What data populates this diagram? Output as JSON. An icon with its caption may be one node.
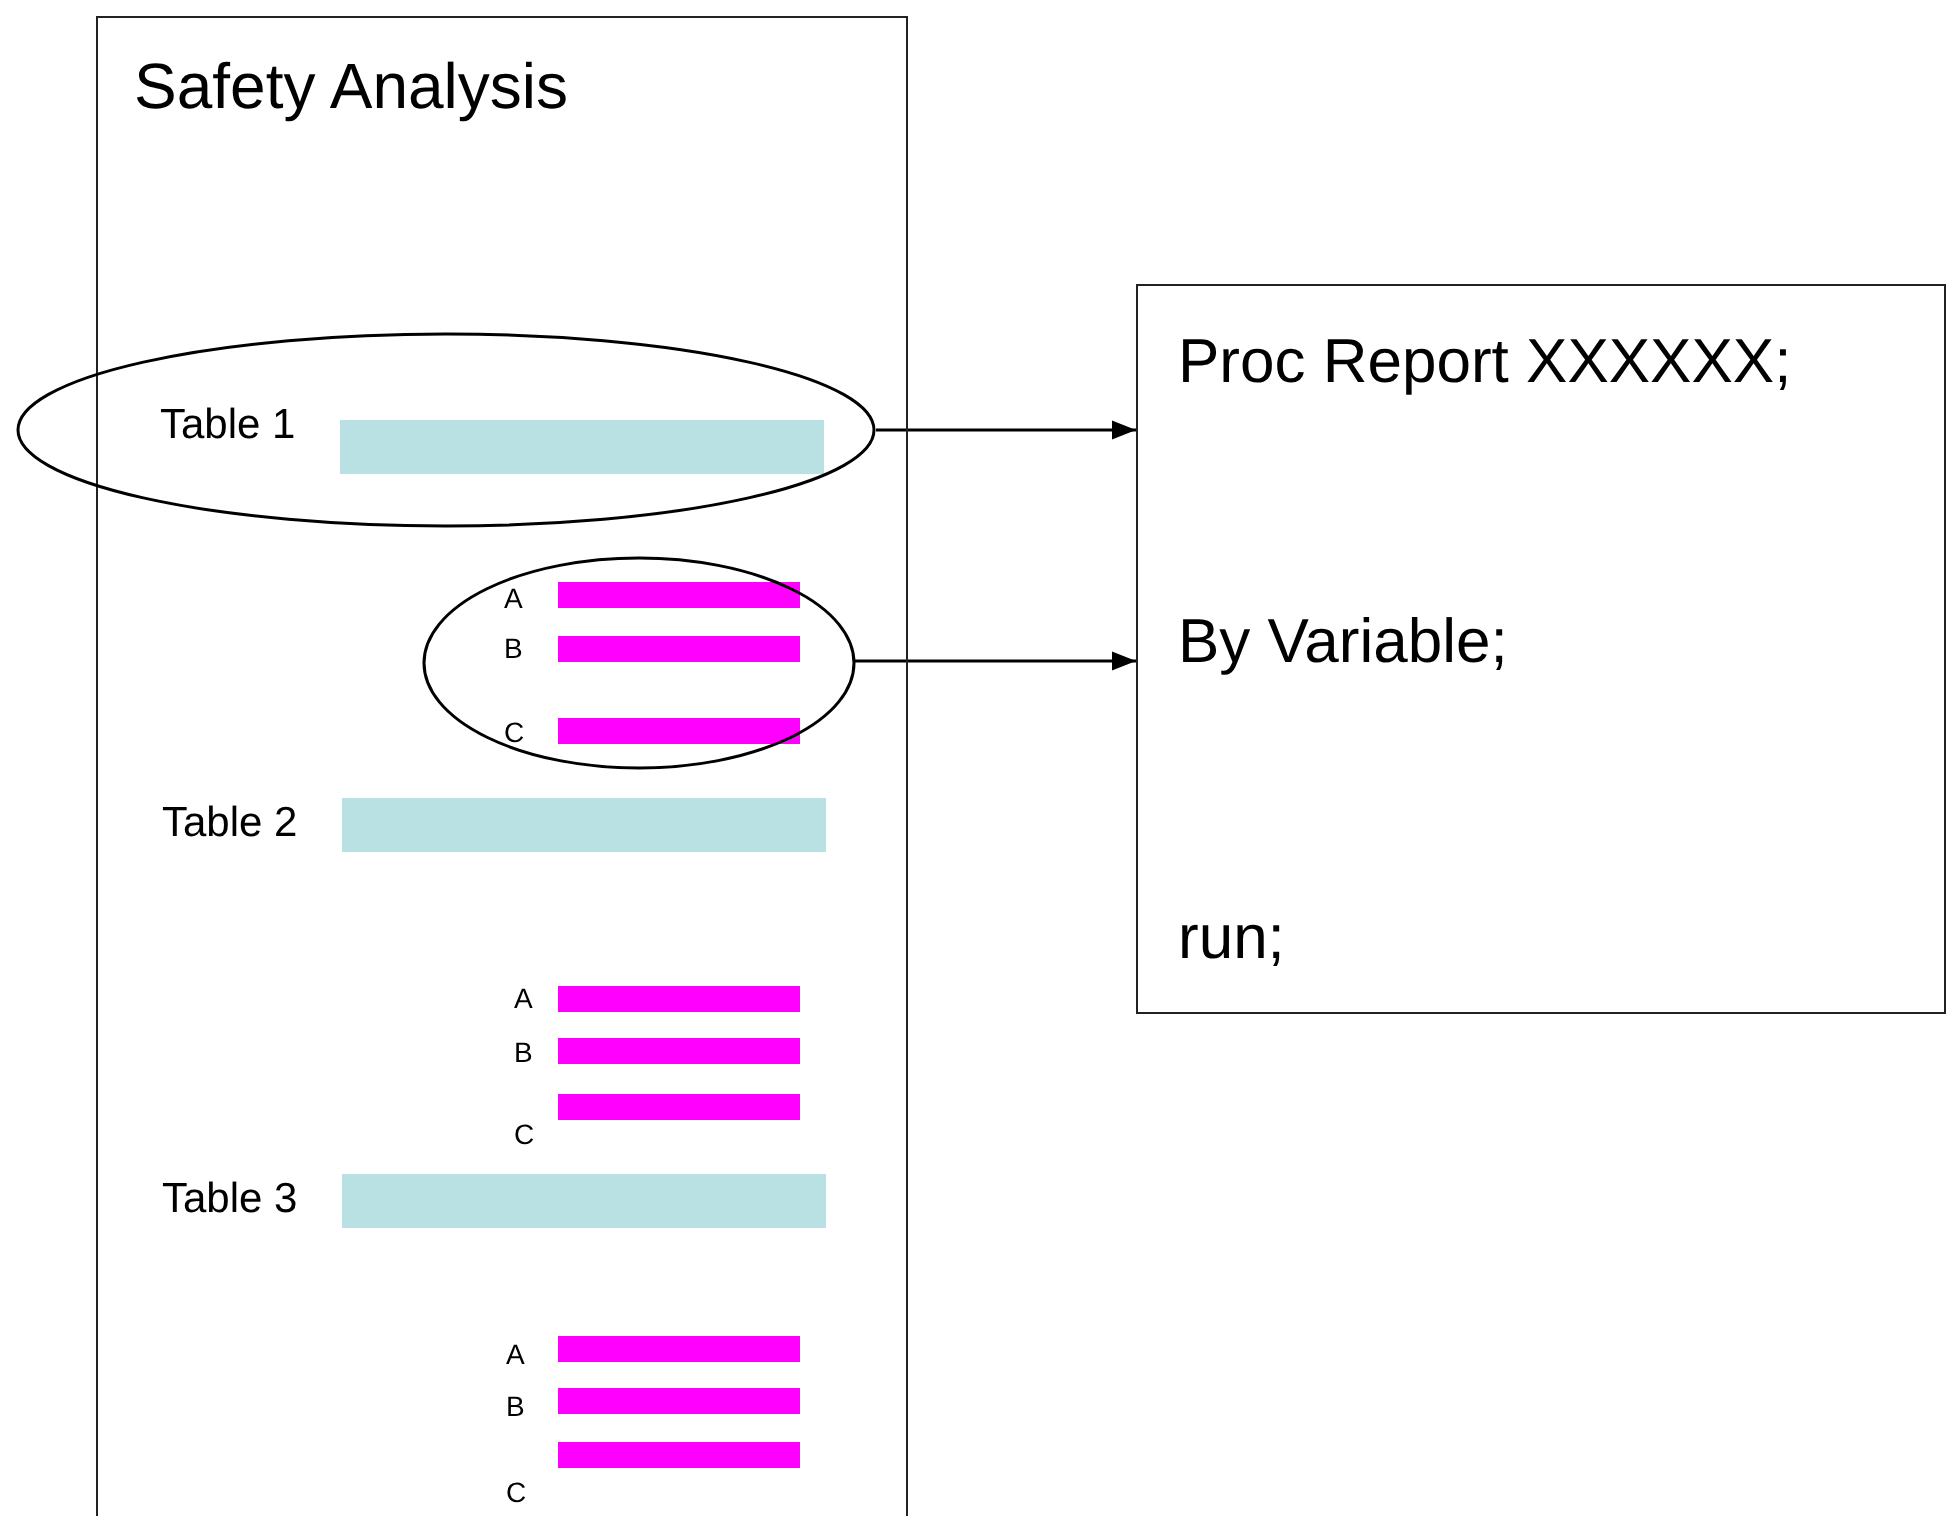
{
  "diagram": {
    "nodes": [
      {
        "text": [
          "Safety Analysis"
        ]
      },
      {
        "text": [
          "Table 1"
        ]
      },
      {
        "text": [],
        "shape": "bar",
        "in": 1
      },
      {
        "text": [
          "A",
          "B",
          "C"
        ],
        "in": 0
      },
      {
        "text": [],
        "shape": "bar",
        "in": 3
      },
      {
        "text": [],
        "shape": "bar",
        "in": 3
      },
      {
        "text": [],
        "shape": "bar",
        "in": 3
      },
      {
        "text": [],
        "shape": "bar",
        "in": 0
      },
      {
        "text": [],
        "shape": "bar",
        "in": 0
      },
      {
        "text": [],
        "shape": "bar",
        "in": 0
      },
      {
        "text": [],
        "shape": "bar",
        "in": 0
      },
      {
        "text": [],
        "shape": "bar",
        "in": 0
      },
      {
        "text": [],
        "shape": "bar",
        "in": 0
      },
      {
        "text": [],
        "shape": "bar",
        "in": 0
      },
      {
        "text": [],
        "shape": "bar",
        "in": 0
      },
      {
        "text": [
          "Proc Report XXXXXX;",
          "By Variable;",
          "run;"
        ]
      }
    ],
    "edges": [
      {
        "from": 1,
        "to": 15,
        "arrow": "to"
      },
      {
        "from": 3,
        "to": 15,
        "arrow": "to"
      }
    ],
    "labels": [
      "Table 2",
      "A",
      "B",
      "C",
      "Table 3",
      "A",
      "B",
      "C"
    ]
  }
}
